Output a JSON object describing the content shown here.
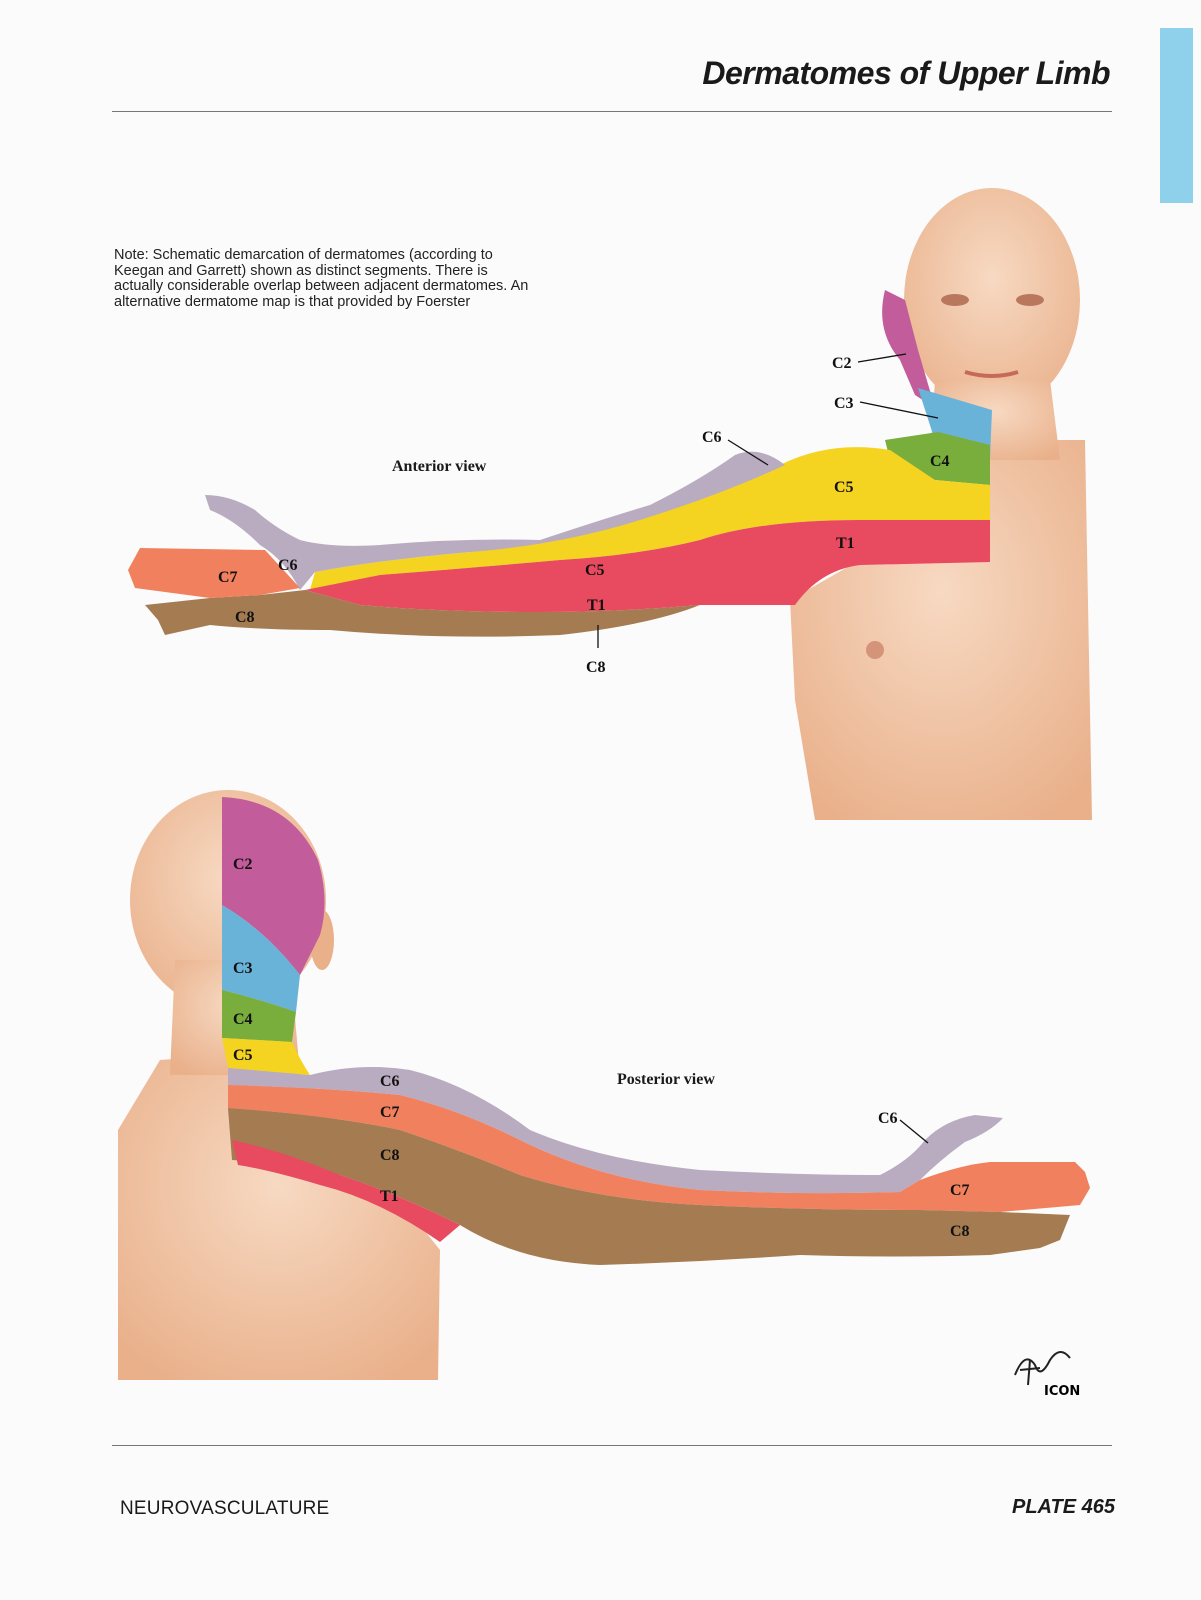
{
  "header": {
    "title": "Dermatomes of Upper Limb"
  },
  "note": "Note: Schematic demarcation of dermatomes (according to Keegan and Garrett) shown as distinct segments. There is actually considerable overlap between adjacent dermatomes. An alternative dermatome map is that provided by Foerster",
  "anterior": {
    "view_label": "Anterior view",
    "labels": {
      "c2": "C2",
      "c3": "C3",
      "c6_shoulder": "C6",
      "c4": "C4",
      "c5_shoulder": "C5",
      "t1_chest": "T1",
      "c6_hand": "C6",
      "c7_hand": "C7",
      "c8_hand": "C8",
      "c5_arm": "C5",
      "t1_arm": "T1",
      "c8_below": "C8"
    }
  },
  "posterior": {
    "view_label": "Posterior view",
    "labels": {
      "c2": "C2",
      "c3": "C3",
      "c4": "C4",
      "c5": "C5",
      "c6": "C6",
      "c7": "C7",
      "c8": "C8",
      "t1": "T1",
      "c6_hand": "C6",
      "c7_hand": "C7",
      "c8_hand": "C8"
    }
  },
  "colors": {
    "c2": "#c25c9a",
    "c3": "#6ab3d8",
    "c4": "#79ad3c",
    "c5": "#f4d421",
    "c6": "#b9abc0",
    "c7": "#f0805e",
    "c8": "#a57b52",
    "t1": "#e84a5f",
    "skin": "#f0c7a8",
    "tab": "#8fd0ea"
  },
  "footer": {
    "section": "NEUROVASCULATURE",
    "plate": "PLATE 465"
  },
  "signature": {
    "text": "ICON"
  }
}
